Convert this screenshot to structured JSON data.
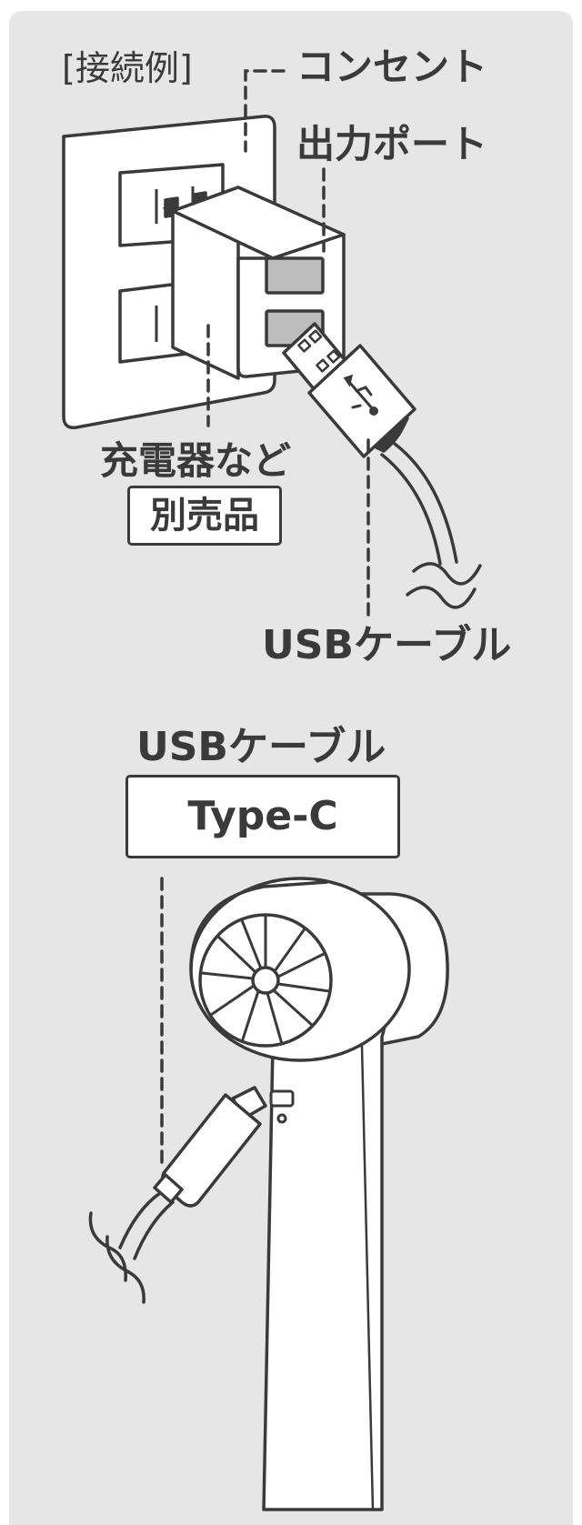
{
  "labels": {
    "example": "[接続例]",
    "outlet": "コンセント",
    "output_port": "出力ポート",
    "charger": "充電器など",
    "sold_separately": "別売品",
    "usb_cable_top": "USBケーブル",
    "usb_cable_bottom": "USBケーブル",
    "connector_type": "Type-C"
  },
  "colors": {
    "background": "#e6e6e6",
    "ink": "#3a3a3a",
    "device_fill": "#ffffff",
    "port_fill": "#bdbdbd"
  },
  "icons": [
    "usb-symbol-icon",
    "fan-blades-icon"
  ]
}
